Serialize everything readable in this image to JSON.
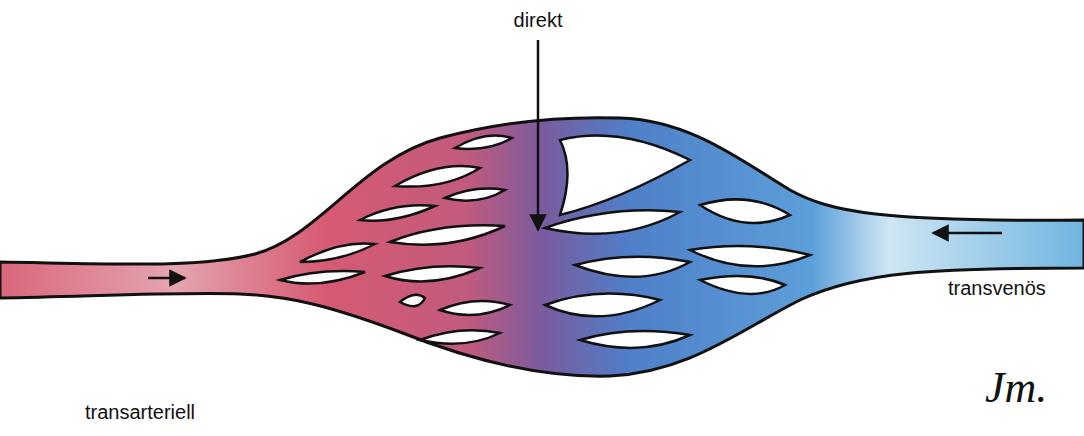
{
  "diagram": {
    "labels": [
      "direkt",
      "transarteriell",
      "transvenös",
      "Jm."
    ]
  }
}
